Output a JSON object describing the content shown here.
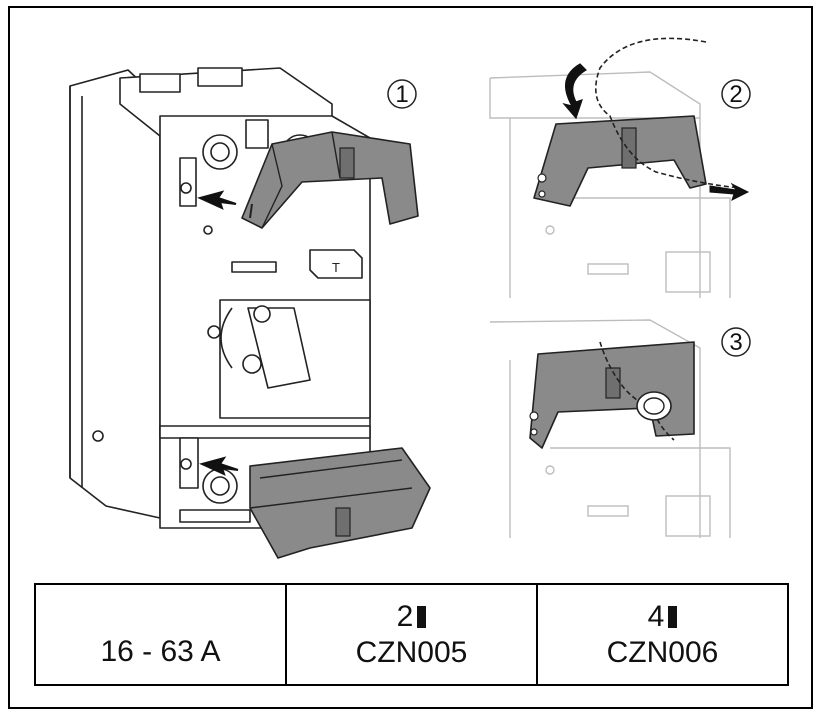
{
  "steps": [
    "1",
    "2",
    "3"
  ],
  "table": {
    "rating": "16 - 63 A",
    "col2": {
      "poles": "2",
      "code": "CZN005"
    },
    "col3": {
      "poles": "4",
      "code": "CZN006"
    }
  },
  "colors": {
    "cover": "#8a8a8a",
    "line": "#222222",
    "ghost": "#bdbdbd"
  }
}
